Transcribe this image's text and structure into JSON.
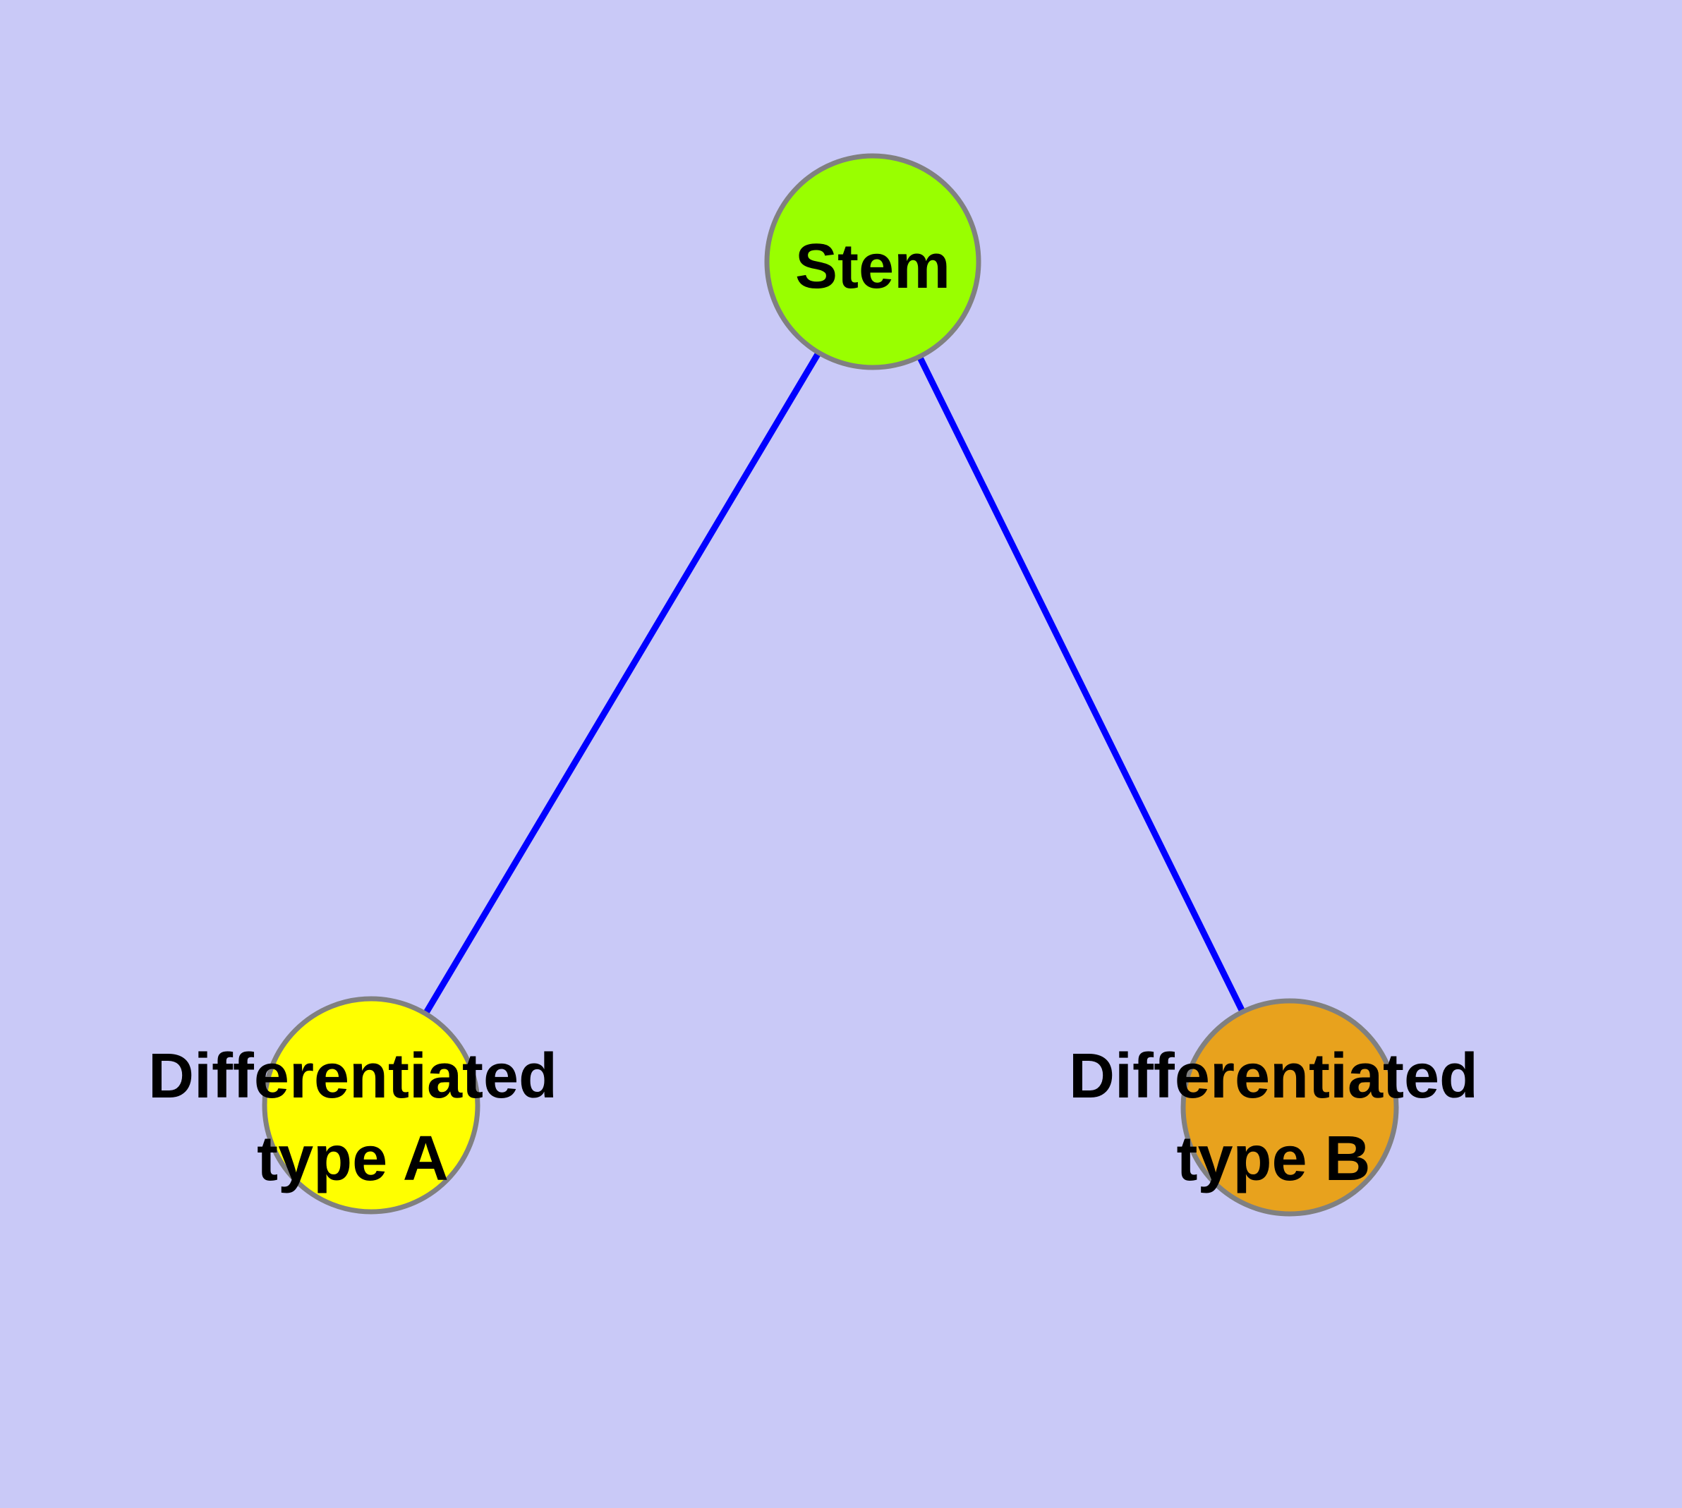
{
  "diagram": {
    "type": "graph",
    "background_color": "#C9C9F7",
    "edge_color": "#0000FF",
    "node_border_color": "#808080",
    "label_color": "#000000",
    "nodes": {
      "stem": {
        "label": "Stem",
        "color": "#99FF00"
      },
      "type_a": {
        "label_line1": "Differentiated",
        "label_line2": "type A",
        "color": "#FFFF00"
      },
      "type_b": {
        "label_line1": "Differentiated",
        "label_line2": "type B",
        "color": "#E8A21D"
      }
    },
    "edges": [
      {
        "from": "Stem",
        "to": "Differentiated type A"
      },
      {
        "from": "Stem",
        "to": "Differentiated type B"
      }
    ]
  }
}
